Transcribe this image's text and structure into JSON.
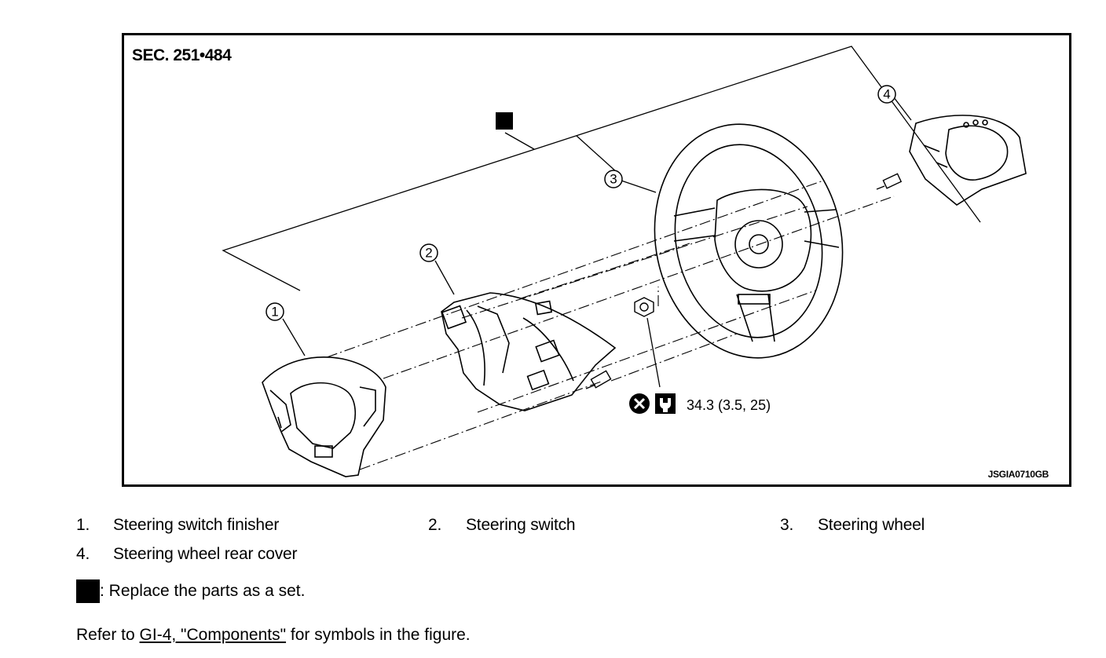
{
  "figure": {
    "section": "SEC. 251•484",
    "code": "JSGIA0710GB",
    "callouts": [
      "1",
      "2",
      "3",
      "4"
    ],
    "torque": "34.3 (3.5, 25)",
    "icons": [
      "set-replacement-square",
      "do-not-reuse-icon",
      "torque-wrench-icon"
    ]
  },
  "legend": {
    "items": [
      {
        "num": "1.",
        "label": "Steering switch finisher"
      },
      {
        "num": "2.",
        "label": "Steering switch"
      },
      {
        "num": "3.",
        "label": "Steering wheel"
      },
      {
        "num": "4.",
        "label": "Steering wheel rear cover"
      }
    ],
    "set_note": ": Replace the parts as a set."
  },
  "reference": {
    "prefix": "Refer to ",
    "link": "GI-4, \"Components\"",
    "suffix": " for symbols in the figure."
  }
}
